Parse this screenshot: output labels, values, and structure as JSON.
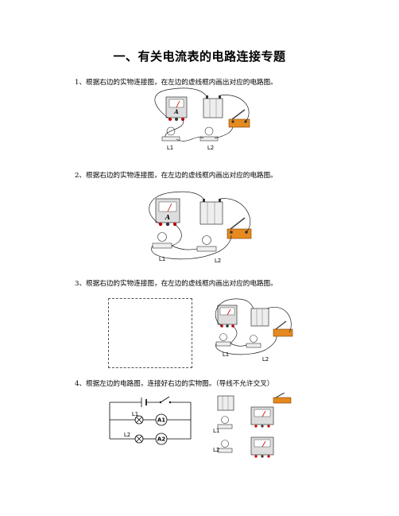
{
  "title": "一、有关电流表的电路连接专题",
  "questions": [
    {
      "text": "1、根据右边的实物连接图，在左边的虚线框内画出对应的电路图。"
    },
    {
      "text": "2、根据右边的实物连接图，在左边的虚线框内画出对应的电路图。"
    },
    {
      "text": "3、根据右边的实物连接图，在左边的虚线框内画出对应的电路图。"
    },
    {
      "text": "4、根据左边的电路图，连接好右边的实物图。（导线不允许交叉）"
    }
  ],
  "labels": {
    "L1": "L1",
    "L2": "L2",
    "A1": "A1",
    "A2": "A2",
    "A": "A"
  }
}
